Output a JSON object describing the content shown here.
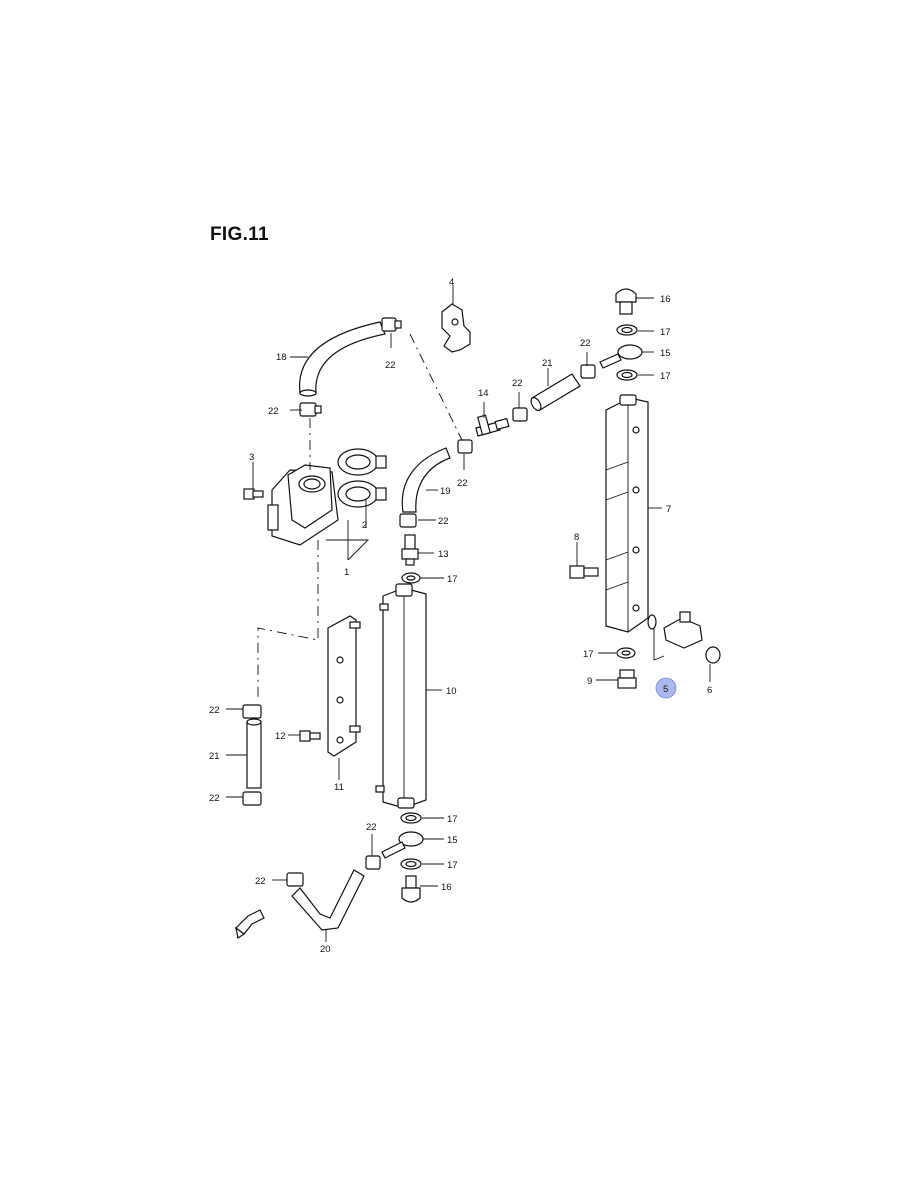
{
  "figure": {
    "title": "FIG.11"
  },
  "highlight_color": "#aab8ee",
  "callouts": [
    {
      "id": "c4",
      "text": "4"
    },
    {
      "id": "c18",
      "text": "18"
    },
    {
      "id": "c22a",
      "text": "22"
    },
    {
      "id": "c22b",
      "text": "22"
    },
    {
      "id": "c3",
      "text": "3"
    },
    {
      "id": "c2",
      "text": "2"
    },
    {
      "id": "c1",
      "text": "1"
    },
    {
      "id": "c14",
      "text": "14"
    },
    {
      "id": "c22c",
      "text": "22"
    },
    {
      "id": "c22d",
      "text": "22"
    },
    {
      "id": "c21a",
      "text": "21"
    },
    {
      "id": "c22e",
      "text": "22"
    },
    {
      "id": "c19",
      "text": "19"
    },
    {
      "id": "c22f",
      "text": "22"
    },
    {
      "id": "c13",
      "text": "13"
    },
    {
      "id": "c17a",
      "text": "17"
    },
    {
      "id": "c16a",
      "text": "16"
    },
    {
      "id": "c17b",
      "text": "17"
    },
    {
      "id": "c15a",
      "text": "15"
    },
    {
      "id": "c17c",
      "text": "17"
    },
    {
      "id": "c7",
      "text": "7"
    },
    {
      "id": "c8",
      "text": "8"
    },
    {
      "id": "c17d",
      "text": "17"
    },
    {
      "id": "c9",
      "text": "9"
    },
    {
      "id": "c5",
      "text": "5"
    },
    {
      "id": "c6",
      "text": "6"
    },
    {
      "id": "c10",
      "text": "10"
    },
    {
      "id": "c22g",
      "text": "22"
    },
    {
      "id": "c12",
      "text": "12"
    },
    {
      "id": "c21b",
      "text": "21"
    },
    {
      "id": "c22h",
      "text": "22"
    },
    {
      "id": "c11",
      "text": "11"
    },
    {
      "id": "c17e",
      "text": "17"
    },
    {
      "id": "c22i",
      "text": "22"
    },
    {
      "id": "c15b",
      "text": "15"
    },
    {
      "id": "c17f",
      "text": "17"
    },
    {
      "id": "c22j",
      "text": "22"
    },
    {
      "id": "c16b",
      "text": "16"
    },
    {
      "id": "c20",
      "text": "20"
    }
  ]
}
